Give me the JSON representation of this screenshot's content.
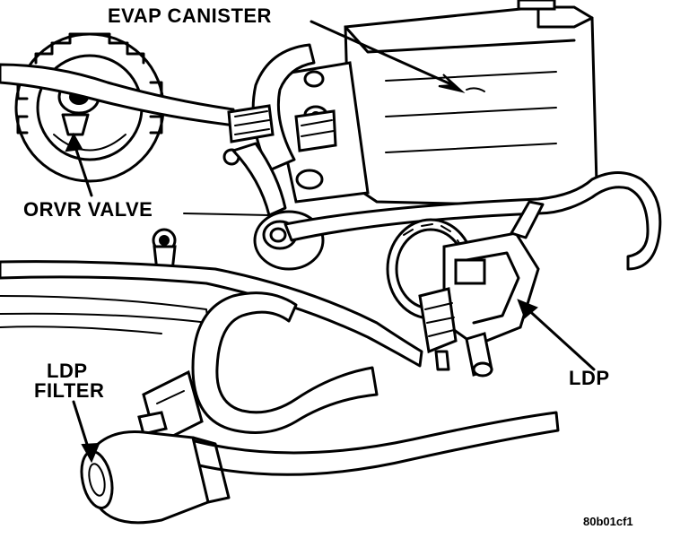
{
  "labels": {
    "evap_canister": "EVAP CANISTER",
    "orvr_valve": "ORVR VALVE",
    "ldp_filter_line1": "LDP",
    "ldp_filter_line2": "FILTER",
    "ldp": "LDP"
  },
  "figure_code": "80b01cf1"
}
